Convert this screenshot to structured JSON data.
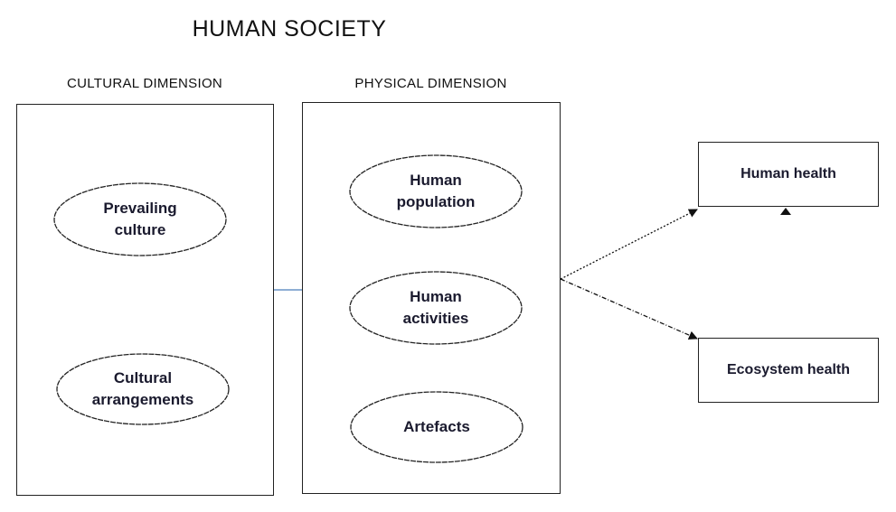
{
  "title": "HUMAN SOCIETY",
  "cultural_dimension": {
    "label": "CULTURAL DIMENSION",
    "items": [
      {
        "line1": "Prevailing",
        "line2": "culture"
      },
      {
        "line1": "Cultural",
        "line2": "arrangements"
      }
    ]
  },
  "physical_dimension": {
    "label": "PHYSICAL DIMENSION",
    "items": [
      {
        "line1": "Human",
        "line2": "population"
      },
      {
        "line1": "Human",
        "line2": "activities"
      },
      {
        "line1": "Artefacts",
        "line2": ""
      }
    ]
  },
  "outcomes": [
    {
      "label": "Human health"
    },
    {
      "label": "Ecosystem health"
    }
  ],
  "colors": {
    "connector": "#4a7ebb",
    "stroke": "#222222",
    "text": "#1a1a2e"
  }
}
